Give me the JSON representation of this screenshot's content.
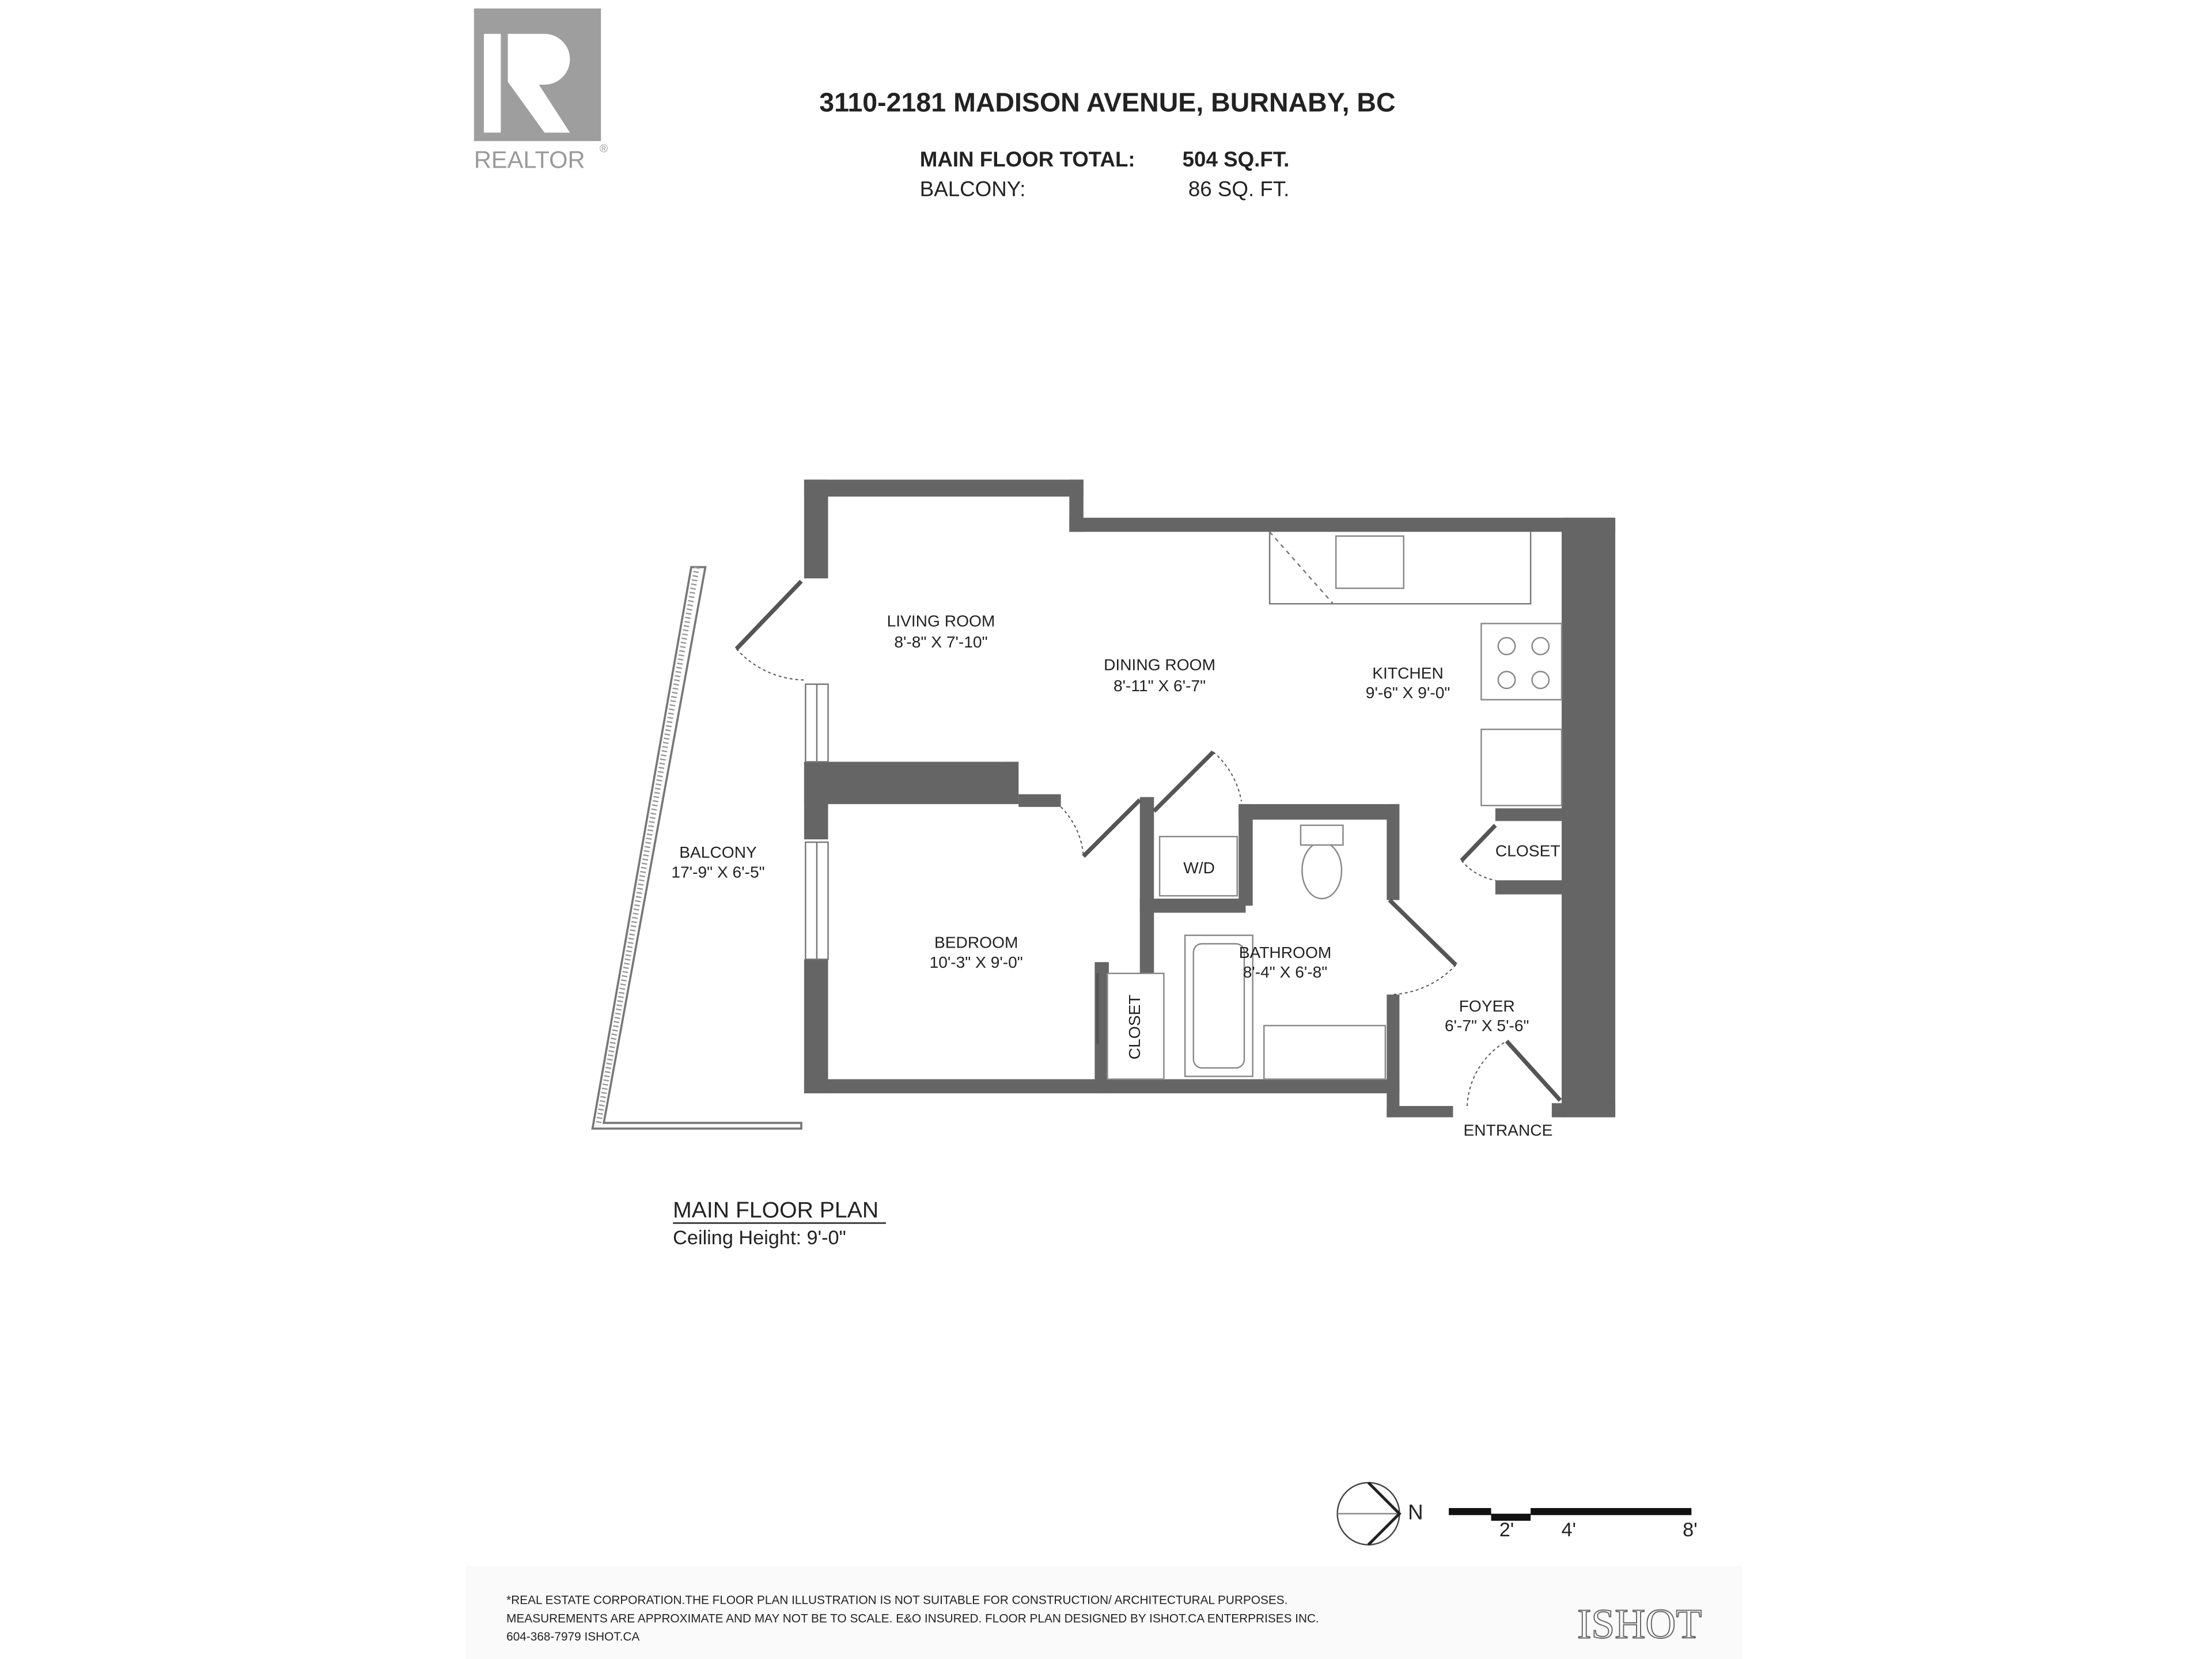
{
  "logo": {
    "brand": "REALTOR",
    "registered_mark": "®",
    "letter": "R"
  },
  "header": {
    "address": "3110-2181 MADISON AVENUE, BURNABY, BC",
    "areas": [
      {
        "label": "MAIN FLOOR TOTAL:",
        "value": "504 SQ.FT."
      },
      {
        "label": "BALCONY:",
        "value": "86 SQ. FT."
      }
    ]
  },
  "rooms": [
    {
      "name": "LIVING ROOM",
      "size": "8'-8\" X 7'-10\""
    },
    {
      "name": "DINING ROOM",
      "size": "8'-11\" X 6'-7\""
    },
    {
      "name": "KITCHEN",
      "size": "9'-6\" X 9'-0\""
    },
    {
      "name": "BALCONY",
      "size": "17'-9\" X 6'-5\""
    },
    {
      "name": "BEDROOM",
      "size": "10'-3\" X 9'-0\""
    },
    {
      "name": "BATHROOM",
      "size": "8'-4\" X 6'-8\""
    },
    {
      "name": "FOYER",
      "size": "6'-7\" X 5'-6\""
    }
  ],
  "fixtures": {
    "washer_dryer": "W/D",
    "closet_1": "CLOSET",
    "closet_2": "CLOSET",
    "entrance": "ENTRANCE"
  },
  "plan": {
    "title": "MAIN FLOOR PLAN",
    "ceiling": "Ceiling Height: 9'-0\""
  },
  "compass": {
    "north": "N"
  },
  "scale_bar": {
    "ticks": [
      "2'",
      "4'",
      "8'"
    ]
  },
  "footer": {
    "disclaimer_lines": [
      "*REAL ESTATE CORPORATION.THE FLOOR PLAN ILLUSTRATION IS NOT SUITABLE FOR CONSTRUCTION/ ARCHITECTURAL PURPOSES.",
      "MEASUREMENTS ARE APPROXIMATE AND MAY NOT BE TO SCALE. E&O INSURED. FLOOR PLAN DESIGNED BY ISHOT.CA ENTERPRISES INC.",
      "604-368-7979  ISHOT.CA"
    ],
    "brand": "ISHOT"
  },
  "colors": {
    "wall": "#656565",
    "logo": "#9a9a9a",
    "text": "#222222"
  }
}
